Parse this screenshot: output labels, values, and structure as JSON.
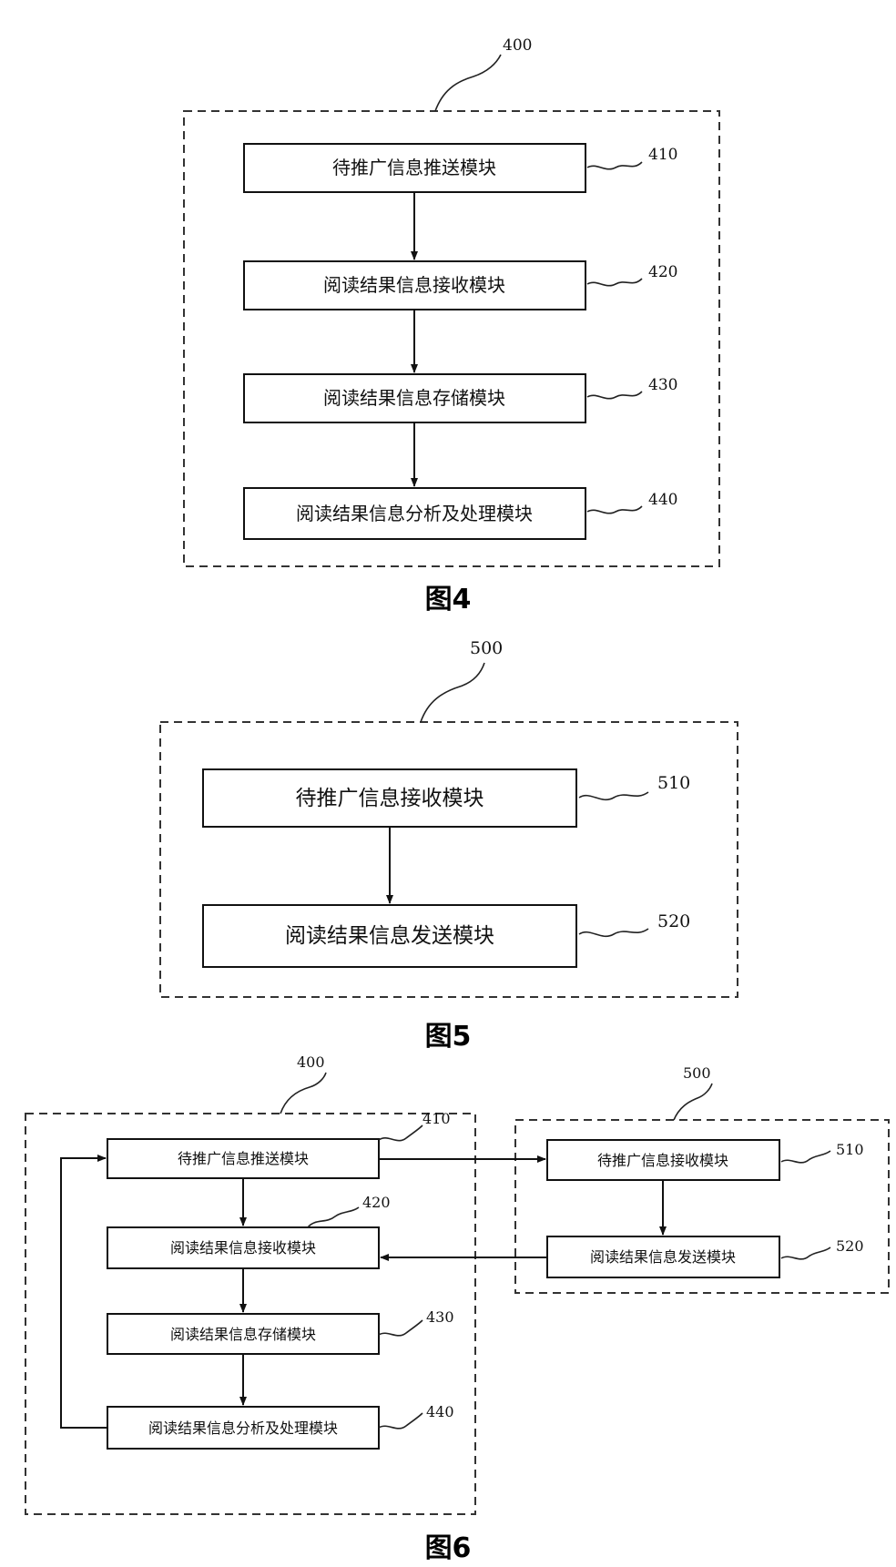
{
  "figures": [
    {
      "caption": "图4",
      "container_ref": "400",
      "modules": [
        {
          "ref": "410",
          "label": "待推广信息推送模块"
        },
        {
          "ref": "420",
          "label": "阅读结果信息接收模块"
        },
        {
          "ref": "430",
          "label": "阅读结果信息存储模块"
        },
        {
          "ref": "440",
          "label": "阅读结果信息分析及处理模块"
        }
      ]
    },
    {
      "caption": "图5",
      "container_ref": "500",
      "modules": [
        {
          "ref": "510",
          "label": "待推广信息接收模块"
        },
        {
          "ref": "520",
          "label": "阅读结果信息发送模块"
        }
      ]
    },
    {
      "caption": "图6",
      "left": {
        "container_ref": "400",
        "modules": [
          {
            "ref": "410",
            "label": "待推广信息推送模块"
          },
          {
            "ref": "420",
            "label": "阅读结果信息接收模块"
          },
          {
            "ref": "430",
            "label": "阅读结果信息存储模块"
          },
          {
            "ref": "440",
            "label": "阅读结果信息分析及处理模块"
          }
        ]
      },
      "right": {
        "container_ref": "500",
        "modules": [
          {
            "ref": "510",
            "label": "待推广信息接收模块"
          },
          {
            "ref": "520",
            "label": "阅读结果信息发送模块"
          }
        ]
      }
    }
  ]
}
